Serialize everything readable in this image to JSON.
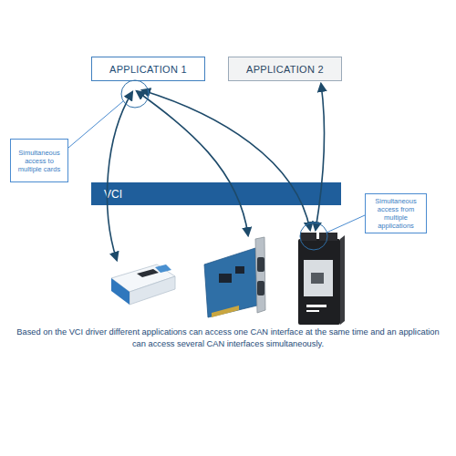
{
  "diagram": {
    "caption": "Based on the VCI driver different applications can access one CAN interface at the same time and an application can access several CAN interfaces simultaneously.",
    "nodes": [
      {
        "text": [
          "APPLICATION 1"
        ]
      },
      {
        "text": [
          "APPLICATION 2"
        ]
      },
      {
        "text": [
          "Simultaneous access to multiple cards"
        ]
      },
      {
        "text": [
          "VCI"
        ]
      },
      {
        "text": [
          "Simultaneous access from multiple applications"
        ]
      }
    ]
  }
}
